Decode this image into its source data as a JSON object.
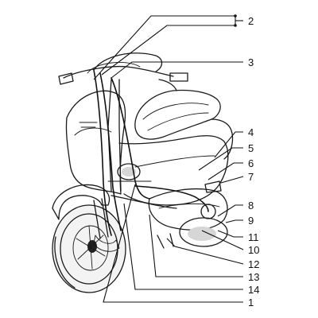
{
  "diagram": {
    "callouts": [
      {
        "id": "2",
        "label": "2"
      },
      {
        "id": "3",
        "label": "3"
      },
      {
        "id": "4",
        "label": "4"
      },
      {
        "id": "5",
        "label": "5"
      },
      {
        "id": "6",
        "label": "6"
      },
      {
        "id": "7",
        "label": "7"
      },
      {
        "id": "8",
        "label": "8"
      },
      {
        "id": "9",
        "label": "9"
      },
      {
        "id": "11",
        "label": "11"
      },
      {
        "id": "10",
        "label": "10"
      },
      {
        "id": "12",
        "label": "12"
      },
      {
        "id": "13",
        "label": "13"
      },
      {
        "id": "14",
        "label": "14"
      },
      {
        "id": "1",
        "label": "1"
      }
    ]
  }
}
